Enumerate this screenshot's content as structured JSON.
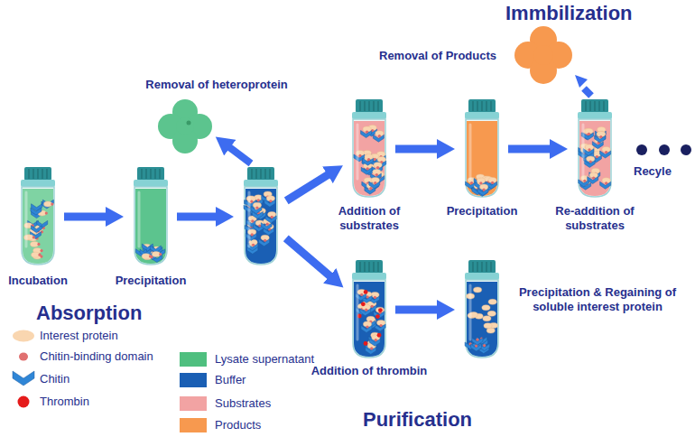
{
  "diagram": {
    "nodes": [
      {
        "text": [
          "Incubation"
        ]
      },
      {
        "text": [
          "Precipitation"
        ]
      },
      {
        "text": [
          "Removal of heteroprotein"
        ]
      },
      {
        "text": [
          "Addition of substrates"
        ]
      },
      {
        "text": [
          "Precipitation"
        ]
      },
      {
        "text": [
          "Re-addition of substrates"
        ]
      },
      {
        "text": [
          "Addition of thrombin"
        ]
      },
      {
        "text": [
          "Precipitation & Regaining of soluble interest protein"
        ]
      }
    ],
    "edges": [
      {
        "from": 0,
        "to": 1,
        "arrow": "to"
      },
      {
        "from": 1,
        "to": 2,
        "arrow": "to"
      },
      {
        "from": 2,
        "to": 3,
        "arrow": "to"
      },
      {
        "from": 2,
        "to": 6,
        "arrow": "to"
      },
      {
        "from": 3,
        "to": 4,
        "arrow": "to"
      },
      {
        "from": 4,
        "to": 5,
        "arrow": "to"
      },
      {
        "from": 6,
        "to": 7,
        "arrow": "to"
      }
    ],
    "labels": [
      "Removal of Products",
      "Immbilization",
      "Recyle",
      "Absorption",
      "Purification"
    ],
    "legend": [
      {
        "text": "Interest protein"
      },
      {
        "text": "Chitin-binding domain"
      },
      {
        "text": "Chitin"
      },
      {
        "text": "Thrombin"
      },
      {
        "text": "Lysate supernatant",
        "color": "#4fbf7f"
      },
      {
        "text": "Buffer",
        "color": "#1a5fb4"
      },
      {
        "text": "Substrates",
        "color": "#f2a3a3"
      },
      {
        "text": "Products",
        "color": "#f7994f"
      }
    ]
  }
}
